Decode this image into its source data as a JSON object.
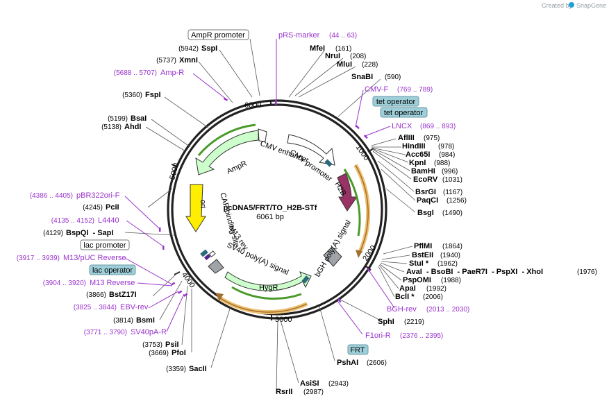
{
  "header": {
    "credit_prefix": "Created by",
    "credit_brand": "SnapGene"
  },
  "plasmid": {
    "name": "pcDNA5/FRT/TO_H2B-STf",
    "size": "6061 bp"
  },
  "ticks": [
    "6000",
    "1000",
    "2000",
    "3000",
    "4000",
    "5000"
  ],
  "inner_labels": {
    "cmv_enhancer": "CMV enhancer",
    "cmv_promoter": "CMV promoter",
    "h2b": "H2B",
    "bgh_polya": "bGH poly(A) signal",
    "hygr": "HygR",
    "sv40_polya": "SV40 poly(A) signal",
    "m13_rev": "M13 rev",
    "cap_site": "CAP binding site",
    "ori": "ori",
    "ampr": "AmpR"
  },
  "enzymes_right": [
    {
      "name": "MfeI",
      "pos": "(161)"
    },
    {
      "name": "NruI",
      "pos": "(208)"
    },
    {
      "name": "MluI",
      "pos": "(228)"
    },
    {
      "name": "SnaBI",
      "pos": "(590)"
    },
    {
      "name": "AflIII",
      "pos": "(975)"
    },
    {
      "name": "HindIII",
      "pos": "(978)"
    },
    {
      "name": "Acc65I",
      "pos": "(984)"
    },
    {
      "name": "KpnI",
      "pos": "(988)"
    },
    {
      "name": "BamHI",
      "pos": "(996)"
    },
    {
      "name": "EcoRV",
      "pos": "(1031)"
    },
    {
      "name": "BsrGI",
      "pos": "(1167)"
    },
    {
      "name": "PaqCI",
      "pos": "(1256)"
    },
    {
      "name": "BsgI",
      "pos": "(1490)"
    },
    {
      "name": "PflMI",
      "pos": "(1864)"
    },
    {
      "name": "BstEII",
      "pos": "(1940)"
    },
    {
      "name": "StuI *",
      "pos": "(1962)"
    },
    {
      "name": "AvaI  - BsoBI  - PaeR7I  - PspXI  - XhoI",
      "pos": "(1976)"
    },
    {
      "name": "PspOMI",
      "pos": "(1988)"
    },
    {
      "name": "ApaI",
      "pos": "(1992)"
    },
    {
      "name": "BclI *",
      "pos": "(2006)"
    },
    {
      "name": "SphI",
      "pos": "(2219)"
    },
    {
      "name": "PshAI",
      "pos": "(2606)"
    },
    {
      "name": "AsiSI",
      "pos": "(2943)"
    },
    {
      "name": "RsrII",
      "pos": "(2987)"
    }
  ],
  "enzymes_left": [
    {
      "name": "SspI",
      "pos": "(5942)"
    },
    {
      "name": "XmnI",
      "pos": "(5737)"
    },
    {
      "name": "FspI",
      "pos": "(5360)"
    },
    {
      "name": "BsaI",
      "pos": "(5199)"
    },
    {
      "name": "AhdI",
      "pos": "(5138)"
    },
    {
      "name": "PciI",
      "pos": "(4245)"
    },
    {
      "name": "BspQI  - SapI",
      "pos": "(4129)"
    },
    {
      "name": "BstZ17I",
      "pos": "(3866)"
    },
    {
      "name": "BsmI",
      "pos": "(3814)"
    },
    {
      "name": "PsiI",
      "pos": "(3753)"
    },
    {
      "name": "PfoI",
      "pos": "(3669)"
    },
    {
      "name": "SacII",
      "pos": "(3359)"
    }
  ],
  "features": [
    {
      "name": "pRS-marker",
      "range": "(44 .. 63)"
    },
    {
      "name": "Amp-R",
      "range": "(5688 .. 5707)"
    },
    {
      "name": "CMV-F",
      "range": "(769 .. 789)"
    },
    {
      "name": "LNCX",
      "range": "(869 .. 893)"
    },
    {
      "name": "pBR322ori-F",
      "range": "(4386 .. 4405)"
    },
    {
      "name": "L4440",
      "range": "(4135 .. 4152)"
    },
    {
      "name": "M13/pUC Reverse",
      "range": "(3917 .. 3939)"
    },
    {
      "name": "M13 Reverse",
      "range": "(3904 .. 3920)"
    },
    {
      "name": "EBV-rev",
      "range": "(3825 .. 3844)"
    },
    {
      "name": "SV40pA-R",
      "range": "(3771 .. 3790)"
    },
    {
      "name": "BGH-rev",
      "range": "(2013 .. 2030)"
    },
    {
      "name": "F1ori-R",
      "range": "(2376 .. 2395)"
    }
  ],
  "boxed_features": [
    {
      "name": "AmpR promoter",
      "style": "white"
    },
    {
      "name": "tet operator",
      "style": "teal"
    },
    {
      "name": "tet operator",
      "style": "teal"
    },
    {
      "name": "lac promoter",
      "style": "white"
    },
    {
      "name": "lac operator",
      "style": "teal"
    },
    {
      "name": "FRT",
      "style": "teal"
    }
  ],
  "colors": {
    "backbone": "#222222",
    "primer": "#9933cc",
    "teal_box": "#9ecfd9",
    "ampr_fill": "#ccffcc",
    "ori_fill": "#ffee00",
    "h2b_fill": "#993366",
    "bgh_fill": "#a0a4a8",
    "orange": "#f0a030"
  }
}
